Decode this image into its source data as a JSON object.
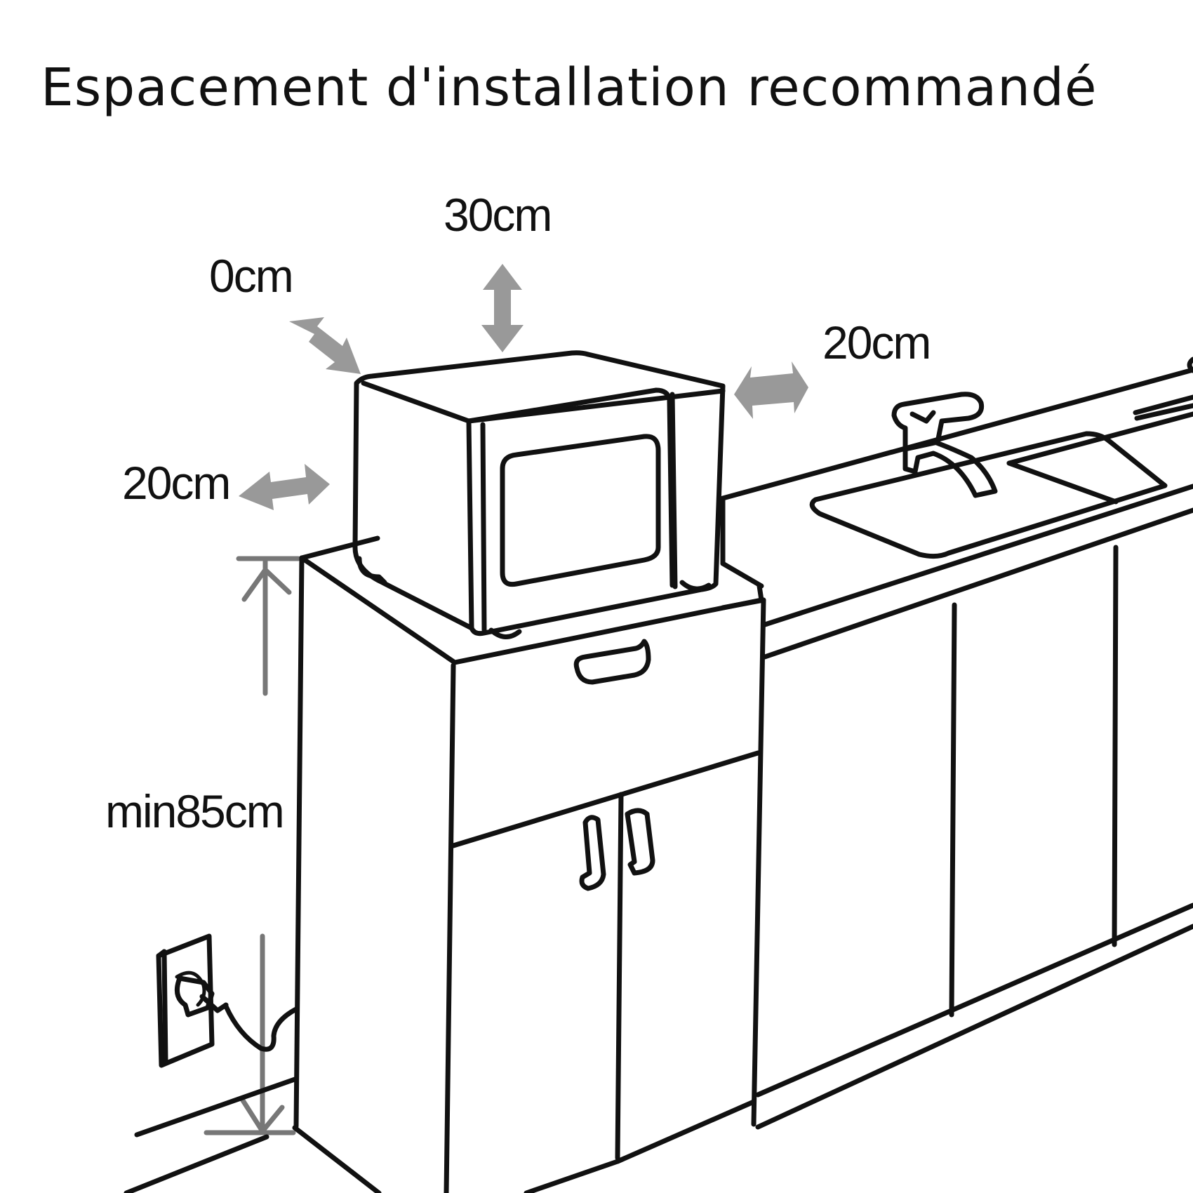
{
  "title": "Espacement d'installation recommandé",
  "clearances": {
    "top": "30cm",
    "back": "0cm",
    "right": "20cm",
    "left": "20cm",
    "height": "min85cm"
  },
  "colors": {
    "line": "#111111",
    "arrow": "#999999",
    "guide": "#777777"
  }
}
